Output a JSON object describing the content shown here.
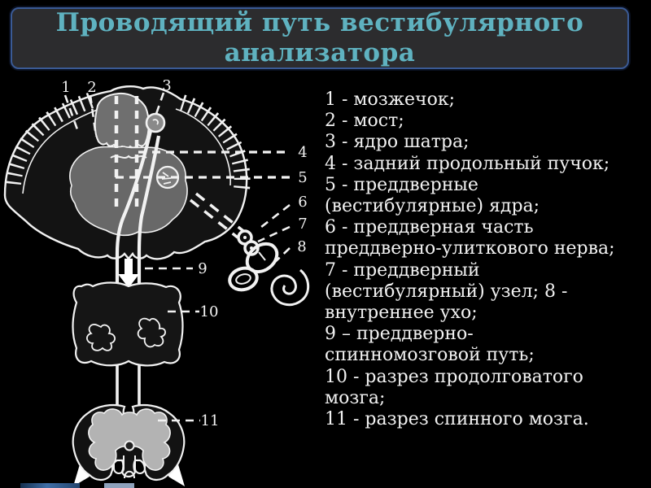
{
  "slide": {
    "background_color": "#000000",
    "title": {
      "text": "Проводящий путь вестибулярного анализатора",
      "text_color": "#5fb2c0",
      "box_color": "#2c2c2e",
      "border_color": "#3a5a95"
    },
    "legend": {
      "text_color": "#f2f2f2",
      "lines": [
        "1 - мозжечок;",
        "2 - мост;",
        "3 - ядро шатра;",
        "4 - задний продольный пучок;",
        "5 - преддверные",
        "(вестибулярные) ядра;",
        "6 - преддверная часть",
        "преддверно-улиткового нерва;",
        "7 - преддверный",
        "(вестибулярный) узел; 8 -",
        "внутреннее ухо;",
        "9 – преддверно-",
        "спинномозговой путь;",
        "10 - разрез продолговатого",
        "мозга;",
        "11 - разрез спинного мозга."
      ]
    },
    "diagram": {
      "stroke_color": "#f2f2f2",
      "pons_gray": "#686868",
      "gray_matter": "#b3b3b3",
      "labels": [
        "1",
        "2",
        "3",
        "4",
        "5",
        "6",
        "7",
        "8",
        "9",
        "10",
        "11"
      ]
    },
    "bottom_strip": {
      "left_color": "#3f6ea6",
      "right_color": "#8ea2bc"
    }
  }
}
